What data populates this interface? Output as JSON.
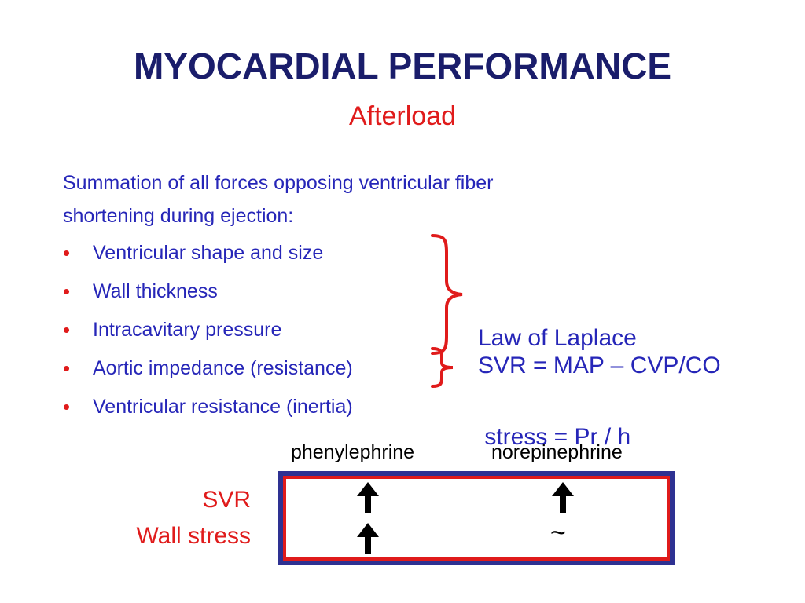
{
  "slide": {
    "title": "MYOCARDIAL PERFORMANCE",
    "subtitle": "Afterload",
    "intro_line1": "Summation of all forces opposing ventricular fiber",
    "intro_line2": "shortening during ejection:",
    "bullet_char": "•",
    "bullets": [
      "Ventricular shape and size",
      "Wall thickness",
      "Intracavitary pressure",
      "Aortic impedance (resistance)",
      "Ventricular resistance (inertia)"
    ],
    "laplace_title": "Law of Laplace",
    "laplace_formula": " stress = Pr / h",
    "svr_formula": "SVR = MAP – CVP/CO",
    "table": {
      "columns": [
        "phenylephrine",
        "norepinephrine"
      ],
      "rows": [
        "SVR",
        "Wall stress"
      ],
      "cells": [
        [
          "up-arrow-icon",
          "up-arrow-icon"
        ],
        [
          "up-arrow-icon",
          "~"
        ]
      ]
    },
    "colors": {
      "title": "#1a1d6b",
      "accent_red": "#e01b1b",
      "body_blue": "#2626b8",
      "box_border": "#2e3192"
    }
  }
}
